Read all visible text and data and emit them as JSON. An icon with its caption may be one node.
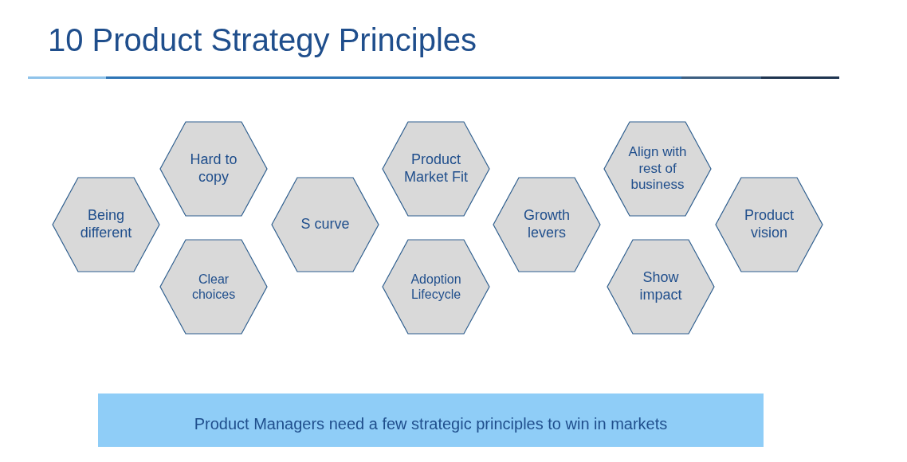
{
  "diagram": {
    "title": "10 Product Strategy Principles",
    "nodes": [
      {
        "text": [
          "Being different"
        ]
      },
      {
        "text": [
          "Hard to copy"
        ]
      },
      {
        "text": [
          "Clear choices"
        ]
      },
      {
        "text": [
          "S curve"
        ]
      },
      {
        "text": [
          "Product Market Fit"
        ]
      },
      {
        "text": [
          "Adoption Lifecycle"
        ]
      },
      {
        "text": [
          "Growth levers"
        ]
      },
      {
        "text": [
          "Align with rest of business"
        ]
      },
      {
        "text": [
          "Show impact"
        ]
      },
      {
        "text": [
          "Product vision"
        ]
      },
      {
        "text": [
          "Product Managers need a few strategic principles to win in markets"
        ]
      }
    ],
    "edges": []
  }
}
